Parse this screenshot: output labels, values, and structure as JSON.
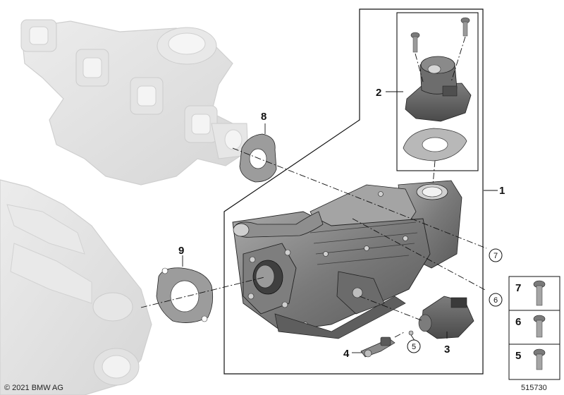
{
  "diagram": {
    "callouts": [
      "1",
      "2",
      "3",
      "4",
      "5",
      "6",
      "7",
      "8",
      "9"
    ],
    "circled_refs": [
      "5",
      "6",
      "7"
    ],
    "bolt_panel_labels": [
      "7",
      "6",
      "5"
    ],
    "copyright": "© 2021 BMW AG",
    "diagram_number": "515730"
  },
  "colors": {
    "ghost_part": "#e3e3e3",
    "ghost_outline": "#cfcfcf",
    "part_dark": "#6b6b6b",
    "part_mid": "#8c8c8c",
    "part_light": "#b4b4b4",
    "line": "#111111"
  }
}
